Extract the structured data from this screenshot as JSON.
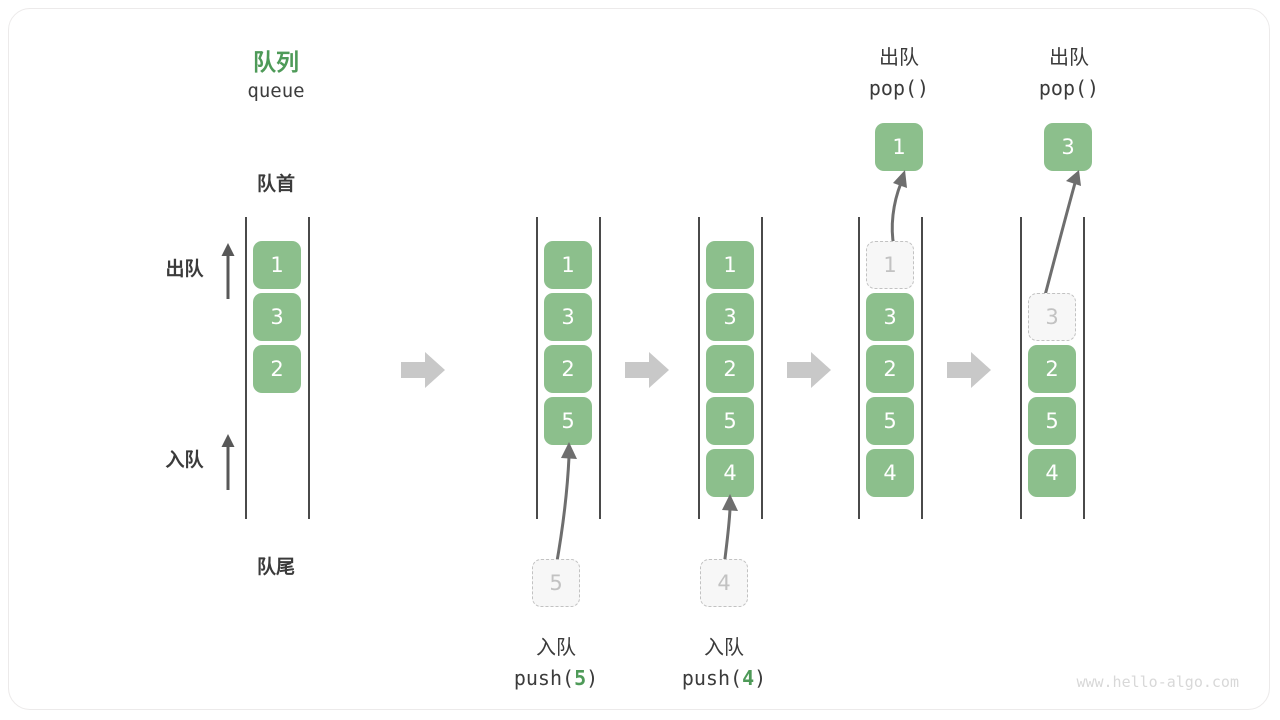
{
  "diagram": {
    "title_cn": "队列",
    "title_en": "queue",
    "head_label": "队首",
    "tail_label": "队尾",
    "dequeue_label": "出队",
    "enqueue_label": "入队",
    "watermark": "www.hello-algo.com",
    "colors": {
      "accent_green": "#4e9a58",
      "cell_green": "#8cbf8c",
      "ghost_gray": "#c2c2c2",
      "rail_dark": "#4a4a4a",
      "step_arrow": "#c8c8c8",
      "text_dark": "#3b3b3b",
      "watermark": "#d8d8d8"
    }
  },
  "columns": [
    {
      "id": "col-initial",
      "cells": [
        {
          "value": "1",
          "state": "filled"
        },
        {
          "value": "3",
          "state": "filled"
        },
        {
          "value": "2",
          "state": "filled"
        }
      ]
    },
    {
      "id": "col-after-push-5",
      "cells": [
        {
          "value": "1",
          "state": "filled"
        },
        {
          "value": "3",
          "state": "filled"
        },
        {
          "value": "2",
          "state": "filled"
        },
        {
          "value": "5",
          "state": "filled"
        }
      ]
    },
    {
      "id": "col-after-push-4",
      "cells": [
        {
          "value": "1",
          "state": "filled"
        },
        {
          "value": "3",
          "state": "filled"
        },
        {
          "value": "2",
          "state": "filled"
        },
        {
          "value": "5",
          "state": "filled"
        },
        {
          "value": "4",
          "state": "filled"
        }
      ]
    },
    {
      "id": "col-pop-1",
      "cells": [
        {
          "value": "1",
          "state": "ghost"
        },
        {
          "value": "3",
          "state": "filled"
        },
        {
          "value": "2",
          "state": "filled"
        },
        {
          "value": "5",
          "state": "filled"
        },
        {
          "value": "4",
          "state": "filled"
        }
      ]
    },
    {
      "id": "col-pop-3",
      "cells": [
        {
          "value": "",
          "state": "empty"
        },
        {
          "value": "3",
          "state": "ghost"
        },
        {
          "value": "2",
          "state": "filled"
        },
        {
          "value": "5",
          "state": "filled"
        },
        {
          "value": "4",
          "state": "filled"
        }
      ]
    }
  ],
  "operations": {
    "push_5": {
      "cn": "入队",
      "call_prefix": "push(",
      "call_value": "5",
      "call_suffix": ")",
      "ghost_value": "5"
    },
    "push_4": {
      "cn": "入队",
      "call_prefix": "push(",
      "call_value": "4",
      "call_suffix": ")",
      "ghost_value": "4"
    },
    "pop_1": {
      "cn": "出队",
      "call": "pop()",
      "popped_value": "1"
    },
    "pop_3": {
      "cn": "出队",
      "call": "pop()",
      "popped_value": "3"
    }
  }
}
